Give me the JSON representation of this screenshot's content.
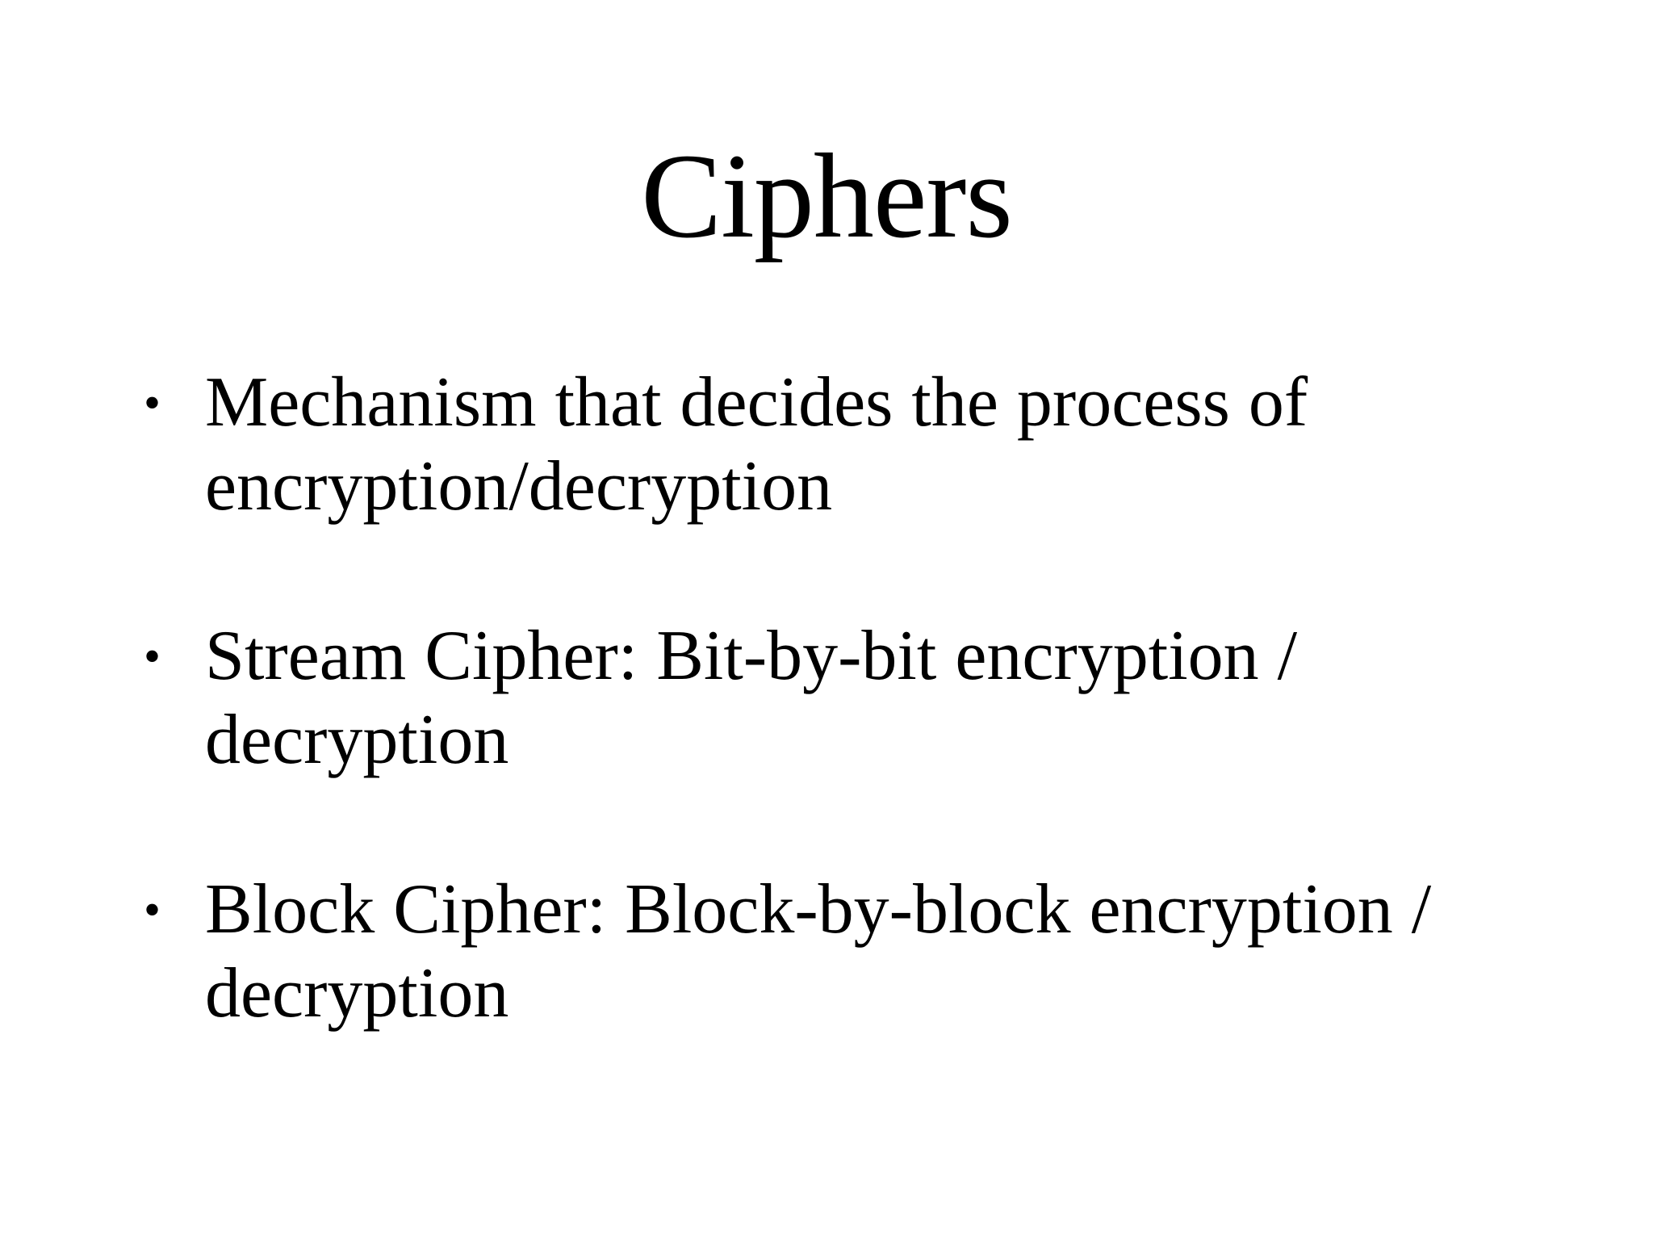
{
  "slide": {
    "background_color": "#ffffff",
    "text_color": "#000000",
    "title": "Ciphers",
    "bullet_glyph": "•",
    "bullets": [
      {
        "marker": "•",
        "text": "Mechanism that decides the process of encryption/decryption"
      },
      {
        "marker": "•",
        "text": "Stream Cipher: Bit-by-bit encryption / decryption"
      },
      {
        "marker": "•",
        "text": "Block Cipher: Block-by-block encryption / decryption"
      }
    ]
  }
}
